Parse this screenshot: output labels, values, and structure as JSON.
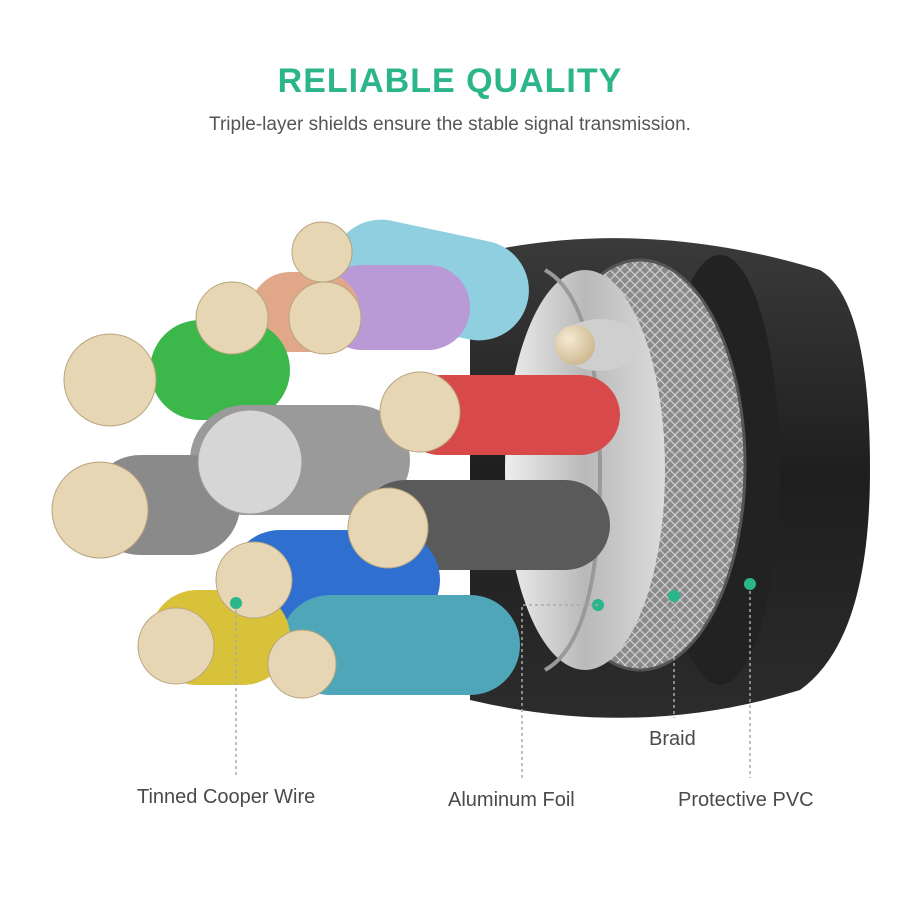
{
  "header": {
    "title": "RELIABLE QUALITY",
    "subtitle": "Triple-layer shields ensure the stable signal transmission."
  },
  "callouts": {
    "tinned_copper_wire": "Tinned Cooper Wire",
    "aluminum_foil": "Aluminum Foil",
    "braid": "Braid",
    "protective_pvc": "Protective PVC"
  },
  "colors": {
    "accent": "#2bb58a",
    "outer_jacket": "#2b2b2b",
    "wire_insulation": [
      "#8fcfe0",
      "#b99ad6",
      "#e0a888",
      "#3cb84a",
      "#d84a4a",
      "#9a9a9a",
      "#2f6fd0",
      "#d8c23a",
      "#6a6a6a"
    ],
    "copper_strand": "#e6d6b4"
  }
}
